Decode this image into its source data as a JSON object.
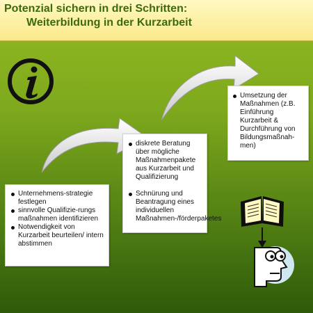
{
  "header": {
    "title_line1": "Potenzial sichern in drei Schritten:",
    "title_line2": "Weiterbildung in der Kurzarbeit"
  },
  "icons": {
    "info": "info-icon",
    "book": "open-book-icon",
    "learner": "learner-face-icon"
  },
  "colors": {
    "header_bg": "#fbe98c",
    "title_text": "#3d6a0f",
    "background_top": "#93ba22",
    "background_bottom": "#2f5a0a"
  },
  "steps": [
    {
      "items": [
        "Unternehmens-strategie festlegen",
        "sinnvolle Qualifizie-rungs maßnahmen identifizieren",
        "Notwendigkeit von Kurzarbeit beurteilen/ intern abstimmen"
      ]
    },
    {
      "items": [
        "diskrete Beratung über mögliche Maßnahmenpakete aus Kurzarbeit und Qualifizierung",
        "Schnürung und Beantragung eines individuellen Maßnahmen-/förderpaketes"
      ]
    },
    {
      "items": [
        "Umsetzung der Maßnahmen (z.B. Einführung Kurzarbeit & Durchführung von Bildungsmaßnah-men)"
      ]
    }
  ]
}
